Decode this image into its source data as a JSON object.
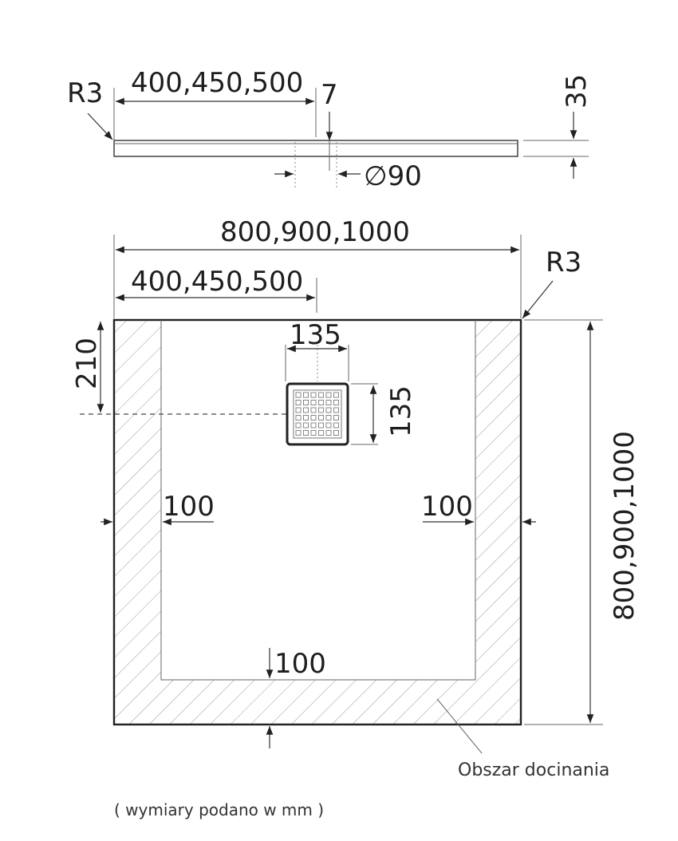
{
  "side_view": {
    "radius_label": "R3",
    "half_width_label": "400,450,500",
    "drain_offset_label": "7",
    "thickness_label": "35",
    "drain_diameter_label": "∅90"
  },
  "top_view": {
    "width_label": "800,900,1000",
    "half_width_label": "400,450,500",
    "radius_label": "R3",
    "height_label": "800,900,1000",
    "drain_top_offset_label": "210",
    "drain_width_label": "135",
    "drain_height_label": "135",
    "trim_left_label": "100",
    "trim_right_label": "100",
    "trim_bottom_label": "100",
    "trim_area_label": "Obszar docinania"
  },
  "footnote": "( wymiary podano w mm )"
}
